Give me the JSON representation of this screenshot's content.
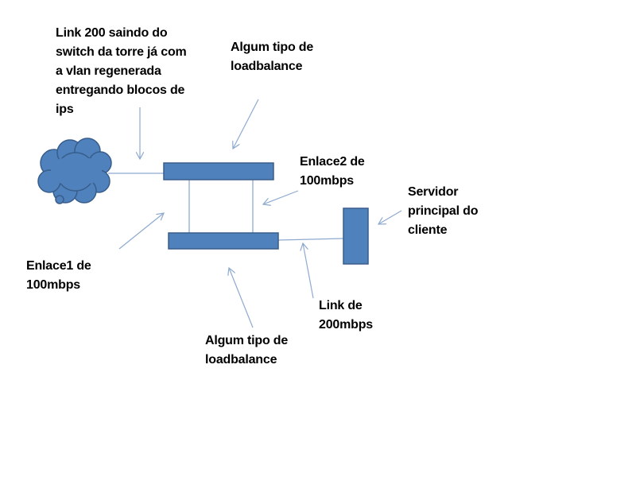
{
  "colors": {
    "shape_fill": "#4f81bd",
    "shape_stroke": "#385d8a",
    "connector": "#8eaad0"
  },
  "labels": {
    "link200": [
      "Link 200 saindo do",
      "switch da torre já com",
      "a vlan regenerada",
      "entregando blocos de",
      "ips"
    ],
    "loadbalance_top": [
      "Algum tipo de",
      "loadbalance"
    ],
    "enlace2": [
      "Enlace2 de",
      "100mbps"
    ],
    "servidor": [
      "Servidor",
      "principal do",
      "cliente"
    ],
    "enlace1": [
      "Enlace1 de",
      "100mbps"
    ],
    "link_de_200": [
      "Link de",
      "200mbps"
    ],
    "loadbalance_bottom": [
      "Algum tipo de",
      "loadbalance"
    ]
  }
}
